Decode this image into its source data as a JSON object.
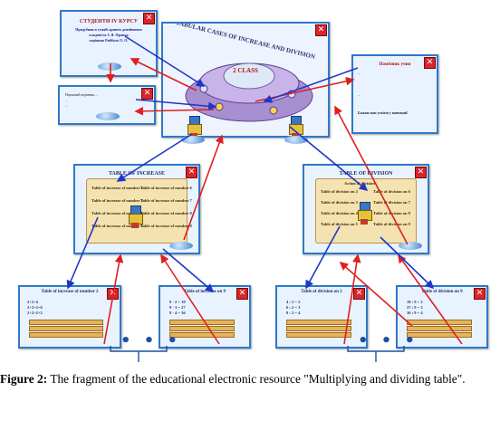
{
  "top_center": {
    "title": "TABULAR CASES OF INCREASE AND DIVISION",
    "subtitle": "2 CLASS",
    "close": "✕"
  },
  "top_left_1": {
    "title": "СТУДЕНТИ IV КУРСУ",
    "lines": [
      "Придубнян в гумабі ариють депейнички",
      "кладові ім. І. Я. Франка",
      "керівник Райбало О. О."
    ]
  },
  "top_left_2": {
    "lines": [
      "Науковий керівник ...",
      "...",
      "..."
    ]
  },
  "top_right": {
    "title": "Помічник учня",
    "lines": [
      "...",
      "...",
      "Бажаю вам успіхів у навчанні!"
    ]
  },
  "mid_left": {
    "title": "TABLE OF INCREASE",
    "items": [
      "Table of increase of number 2",
      "Table of increase of number 3",
      "Table of increase of number 4",
      "Table of increase of number 5",
      "Table of increase of number 6",
      "Table of increase of number 7",
      "Table of increase of number 8",
      "Table of increase of number 9"
    ]
  },
  "mid_right": {
    "title": "TABLE OF DIVISION",
    "header": "Action of division",
    "items": [
      "Table of division on 2",
      "Table of division on 3",
      "Table of division on 4",
      "Table of division on 5",
      "Table of division on 6",
      "Table of division on 7",
      "Table of division on 8",
      "Table of division on 9"
    ]
  },
  "bottom": [
    {
      "title": "Table of increase of number 2",
      "rows": [
        "2+2=4",
        "2+2+2=6",
        "2+2+2+2"
      ]
    },
    {
      "title": "Table of increase on 9",
      "rows": [
        "9 · 2 = 18",
        "9 · 3 = 27",
        "9 · 4 = 36"
      ]
    },
    {
      "title": "Table of division on 2",
      "rows": [
        "4 : 2 = 2",
        "6 : 2 = 3",
        "8 : 2 = 4"
      ]
    },
    {
      "title": "Table of division on 9",
      "rows": [
        "18 : 9 = 2",
        "27 : 9 = 3",
        "36 : 9 = 4"
      ]
    }
  ],
  "ellipsis": "• • •",
  "caption": {
    "label": "Figure 2:",
    "text": "The fragment of the educational electronic resource \"Multiplying and dividing table\"."
  },
  "colors": {
    "arrow_red": "#e01f1f",
    "arrow_blue": "#1f36c8",
    "window_border": "#2f78c8",
    "close_red": "#d9252b"
  }
}
